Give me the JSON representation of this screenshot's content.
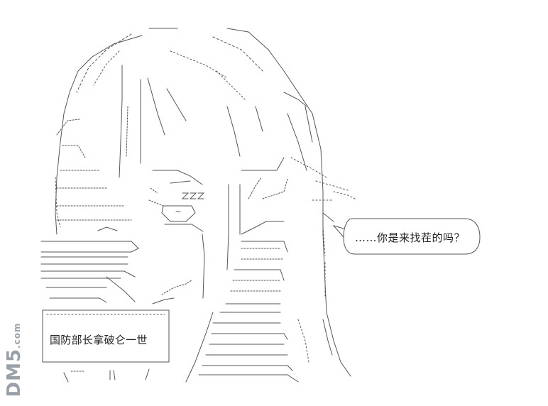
{
  "speech_bubble": {
    "text": "……你是来找茬的吗？"
  },
  "name_box": {
    "text": "国防部长拿破仑一世"
  },
  "watermark": {
    "text": "DM5",
    "suffix": ".com",
    "color": "#9aa0a8"
  },
  "colors": {
    "line": "#555555",
    "background": "#ffffff"
  }
}
